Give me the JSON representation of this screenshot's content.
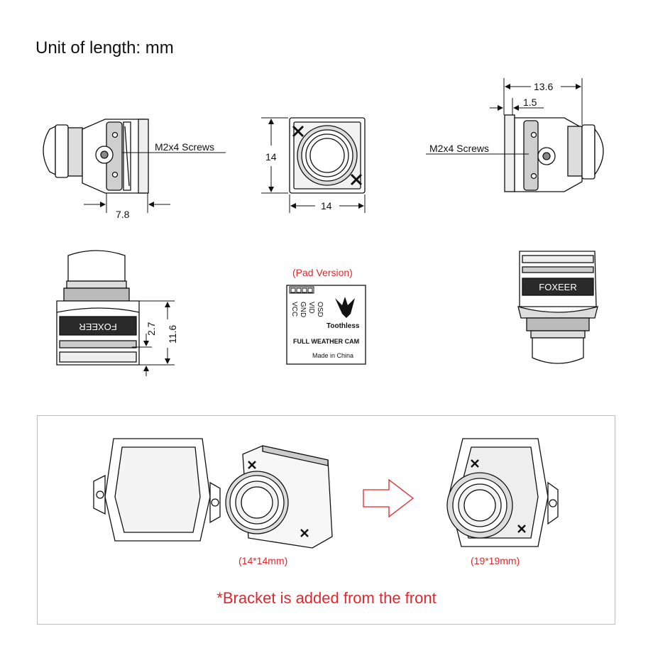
{
  "page_title": "Unit of length: mm",
  "views": {
    "side_left": {
      "screws_label": "M2x4 Screws",
      "dim_bottom": "7.8"
    },
    "front": {
      "dim_height": "14",
      "dim_width": "14"
    },
    "side_right": {
      "screws_label": "M2x4 Screws",
      "dim_top": "13.6",
      "dim_offset": "1.5"
    },
    "iso_left": {
      "dim_small": "2.7",
      "dim_large": "11.6",
      "brand_text": "FOXEER"
    },
    "back": {
      "version_label": "(Pad Version)",
      "pads": [
        "OSD",
        "VID",
        "GND",
        "VCC"
      ],
      "brand": "Toothless",
      "product": "FULL WEATHER CAM",
      "origin": "Made in China"
    },
    "iso_right": {
      "brand_text": "FOXEER"
    }
  },
  "bracket_panel": {
    "camera_size_label": "(14*14mm)",
    "bracket_size_label": "(19*19mm)",
    "note": "*Bracket is added from the front"
  },
  "colors": {
    "accent_red": "#e3262b",
    "line": "#111111",
    "panel_border": "#bdbdbd"
  }
}
